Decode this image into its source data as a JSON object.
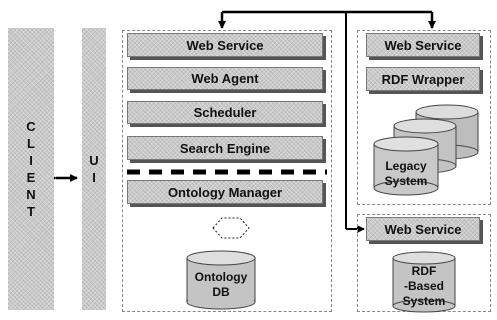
{
  "client": {
    "letters": [
      "C",
      "L",
      "I",
      "E",
      "N",
      "T"
    ]
  },
  "ui": {
    "letters": [
      "U",
      "I"
    ]
  },
  "main_stack": {
    "web_service": "Web Service",
    "web_agent": "Web Agent",
    "scheduler": "Scheduler",
    "search_engine": "Search Engine",
    "ontology_manager": "Ontology Manager",
    "ontology_db": [
      "Ontology",
      "DB"
    ]
  },
  "legacy_stack": {
    "web_service": "Web Service",
    "rdf_wrapper": "RDF Wrapper",
    "legacy_system": [
      "Legacy",
      "System"
    ]
  },
  "rdf_stack": {
    "web_service": "Web Service",
    "rdf_system": [
      "RDF",
      "-Based",
      "System"
    ]
  }
}
